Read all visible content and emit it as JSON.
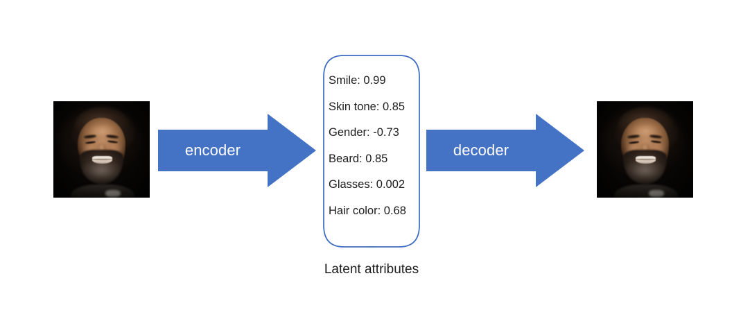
{
  "figure": {
    "caption": "Latent attributes",
    "accent_color": "#4472C4",
    "bracket_color": "#3C6BBF",
    "background": "#FFFFFF"
  },
  "input_image": {
    "alt": "photograph of a smiling bearded man on a black background",
    "icon": "face-photo"
  },
  "output_image": {
    "alt": "reconstructed photograph of a smiling bearded man on a black background",
    "icon": "face-photo"
  },
  "arrows": [
    {
      "name": "encoder",
      "label": "encoder"
    },
    {
      "name": "decoder",
      "label": "decoder"
    }
  ],
  "latent": {
    "attributes": [
      {
        "name": "Smile",
        "value": "0.99",
        "text": "Smile: 0.99"
      },
      {
        "name": "Skin tone",
        "value": "0.85",
        "text": "Skin tone: 0.85"
      },
      {
        "name": "Gender",
        "value": "-0.73",
        "text": "Gender: -0.73"
      },
      {
        "name": "Beard",
        "value": "0.85",
        "text": "Beard: 0.85"
      },
      {
        "name": "Glasses",
        "value": "0.002",
        "text": "Glasses: 0.002"
      },
      {
        "name": "Hair color",
        "value": "0.68",
        "text": "Hair color: 0.68"
      }
    ]
  }
}
